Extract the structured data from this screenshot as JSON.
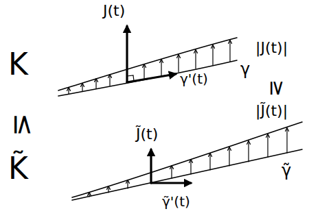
{
  "diagram": {
    "labels": [
      "K",
      "≤",
      "K̃",
      "J(t)",
      "γ'(t)",
      "γ",
      "|J(t)|",
      "≥",
      "|J̃(t)|",
      "J̃(t)",
      "γ̃",
      "γ̃'(t)"
    ]
  }
}
